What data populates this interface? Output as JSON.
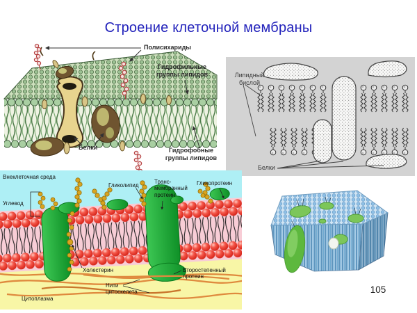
{
  "slide": {
    "title": "Строение клеточной мембраны",
    "page_number": "105"
  },
  "colors": {
    "title_blue": "#2222bb",
    "panel_gray": "#d3d3d3",
    "extracellular_cyan": "#aeeff5",
    "cytoplasm_yellow": "#f8f6a6",
    "lipid_red": "#e03427",
    "protein_green": "#1fa83a",
    "carbohydrate_gold": "#d9a41f",
    "filament_orange": "#df8a3e",
    "membrane_tan": "#e8d48e",
    "membrane_pale_green": "#a9cfa2"
  },
  "diagrams": {
    "membrane_3d": {
      "labels": {
        "polysaccharides": "Полисихариды",
        "hydrophilic": "Гидрофильные\nгруппы липидов",
        "proteins": "Белки",
        "hydrophobic": "Гидрофобные\nгруппы липидов"
      }
    },
    "bilayer_scheme": {
      "labels": {
        "lipid_bilayer": "Липидный\nбислой",
        "proteins": "Белки"
      }
    },
    "membrane_color": {
      "labels": {
        "extracellular": "Внеклеточная среда",
        "carbohydrate": "Углевод",
        "glycolipid": "Гликолипид",
        "transmembrane_protein": "Транс-\nмембранный\nпротеин",
        "glycoprotein": "Гликопротеин",
        "cholesterol": "Холестерин",
        "secondary_protein": "Второстепенный\nпротеин",
        "cytoskeleton_filaments": "Нити\nцитоскелета",
        "cytoplasm": "Цитоплазма"
      }
    }
  }
}
